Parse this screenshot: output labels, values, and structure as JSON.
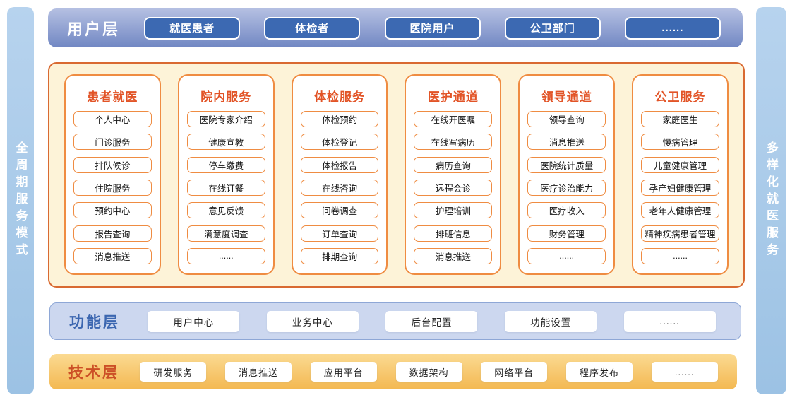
{
  "colors": {
    "user_bar_top": "#b5c0e2",
    "user_bar_bottom": "#7187c3",
    "user_button_bg": "#3c69b2",
    "panel_bg": "#fdf3d8",
    "panel_border": "#d96a32",
    "column_border": "#ef8c42",
    "column_title": "#e25427",
    "func_bar_bg": "#ccd7ef",
    "func_label": "#3b66b0",
    "tech_bar_top": "#fbda92",
    "tech_bar_bottom": "#f3b851",
    "tech_label": "#cc4f26",
    "side_banner_bg": "#a8cbe9"
  },
  "left_banner": {
    "text": "全周期服务模式"
  },
  "right_banner": {
    "text": "多样化就医服务"
  },
  "user_layer": {
    "label": "用户层",
    "buttons": [
      "就医患者",
      "体检者",
      "医院用户",
      "公卫部门",
      "......"
    ]
  },
  "service_columns": [
    {
      "title": "患者就医",
      "items": [
        "个人中心",
        "门诊服务",
        "排队候诊",
        "住院服务",
        "预约中心",
        "报告查询",
        "消息推送"
      ]
    },
    {
      "title": "院内服务",
      "items": [
        "医院专家介绍",
        "健康宣教",
        "停车缴费",
        "在线订餐",
        "意见反馈",
        "满意度调查",
        "......"
      ]
    },
    {
      "title": "体检服务",
      "items": [
        "体检预约",
        "体检登记",
        "体检报告",
        "在线咨询",
        "问卷调查",
        "订单查询",
        "排期查询"
      ]
    },
    {
      "title": "医护通道",
      "items": [
        "在线开医嘱",
        "在线写病历",
        "病历查询",
        "远程会诊",
        "护理培训",
        "排班信息",
        "消息推送"
      ]
    },
    {
      "title": "领导通道",
      "items": [
        "领导查询",
        "消息推送",
        "医院统计质量",
        "医疗诊治能力",
        "医疗收入",
        "财务管理",
        "......"
      ]
    },
    {
      "title": "公卫服务",
      "items": [
        "家庭医生",
        "慢病管理",
        "儿童健康管理",
        "孕产妇健康管理",
        "老年人健康管理",
        "精神疾病患者管理",
        "......"
      ]
    }
  ],
  "function_layer": {
    "label": "功能层",
    "buttons": [
      "用户中心",
      "业务中心",
      "后台配置",
      "功能设置",
      "......"
    ]
  },
  "tech_layer": {
    "label": "技术层",
    "buttons": [
      "研发服务",
      "消息推送",
      "应用平台",
      "数据架构",
      "网络平台",
      "程序发布",
      "......"
    ]
  }
}
